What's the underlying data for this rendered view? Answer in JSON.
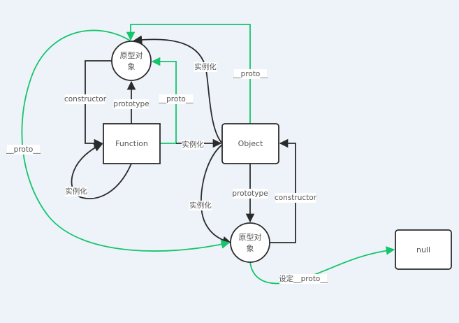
{
  "colors": {
    "background": "#eef3fa",
    "black_edge": "#2b2b2b",
    "green_edge": "#15c56a",
    "node_fill": "#ffffff",
    "text": "#555555"
  },
  "nodes": {
    "function_prototype": {
      "label_line1": "原型对",
      "label_line2": "象"
    },
    "function": {
      "label": "Function"
    },
    "object": {
      "label": "Object"
    },
    "object_prototype": {
      "label_line1": "原型对",
      "label_line2": "象"
    },
    "null": {
      "label": "null"
    }
  },
  "edges": {
    "function_constructor": {
      "label": "constructor",
      "type": "black"
    },
    "function_prototype": {
      "label": "prototype",
      "type": "black"
    },
    "function_proto": {
      "label": "__proto__",
      "type": "green"
    },
    "function_self_instance": {
      "label": "实例化",
      "type": "black"
    },
    "function_instantiates_object": {
      "label": "实例化",
      "type": "black"
    },
    "object_instantiates_fnproto": {
      "label": "实例化",
      "type": "black"
    },
    "object_proto": {
      "label": "__proto__",
      "type": "green"
    },
    "object_prototype": {
      "label": "prototype",
      "type": "black"
    },
    "object_constructor": {
      "label": "constructor",
      "type": "black"
    },
    "object_instantiates_objproto": {
      "label": "实例化",
      "type": "black"
    },
    "fnproto_proto_loop": {
      "label": "__proto__",
      "type": "green"
    },
    "objproto_set_proto_null": {
      "label": "设定__proto__",
      "type": "green"
    }
  }
}
